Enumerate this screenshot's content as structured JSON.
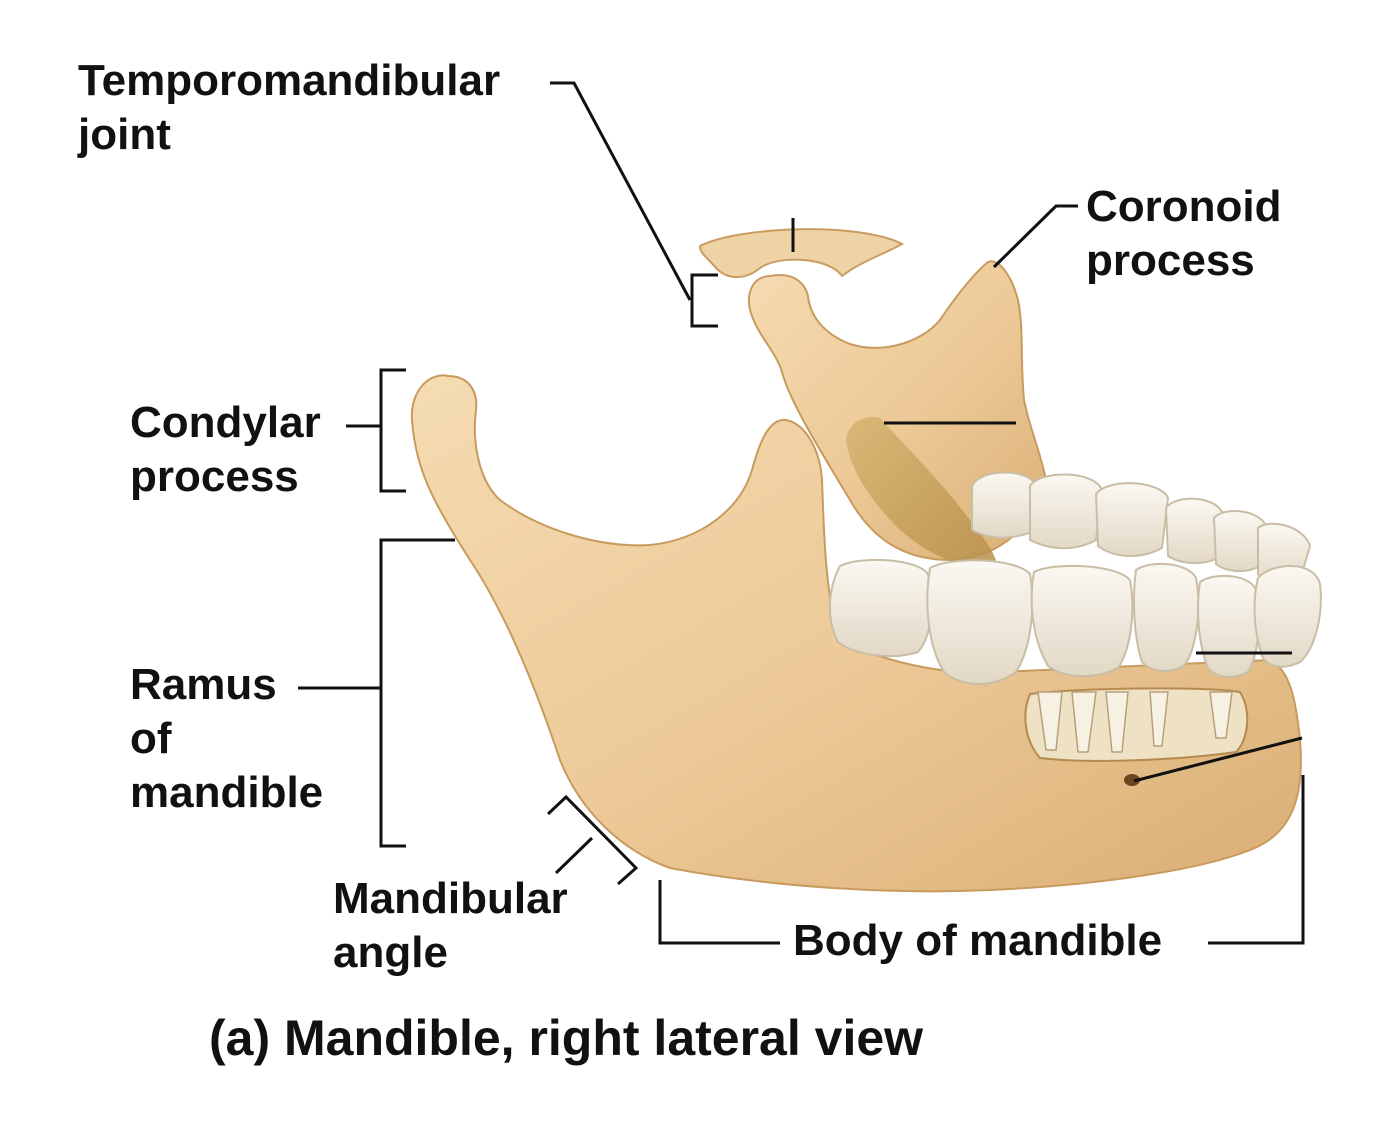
{
  "figure": {
    "caption": "(a) Mandible, right lateral view"
  },
  "labels": {
    "temporomandibular_joint": [
      "Temporomandibular",
      "joint"
    ],
    "coronoid_process": [
      "Coronoid",
      "process"
    ],
    "condylar_process": [
      "Condylar",
      "process"
    ],
    "ramus_of_mandible": [
      "Ramus",
      "of",
      "mandible"
    ],
    "mandibular_angle": [
      "Mandibular",
      "angle"
    ],
    "body_of_mandible": "Body of mandible"
  },
  "colors": {
    "bone": "#ecc896",
    "bone_shadow": "#c99d62",
    "bone_highlight": "#f8e6c6",
    "tooth": "#f6f2ea",
    "tooth_shadow": "#d9d0c0",
    "ligament": "#cda860",
    "leader_line": "#111111"
  }
}
